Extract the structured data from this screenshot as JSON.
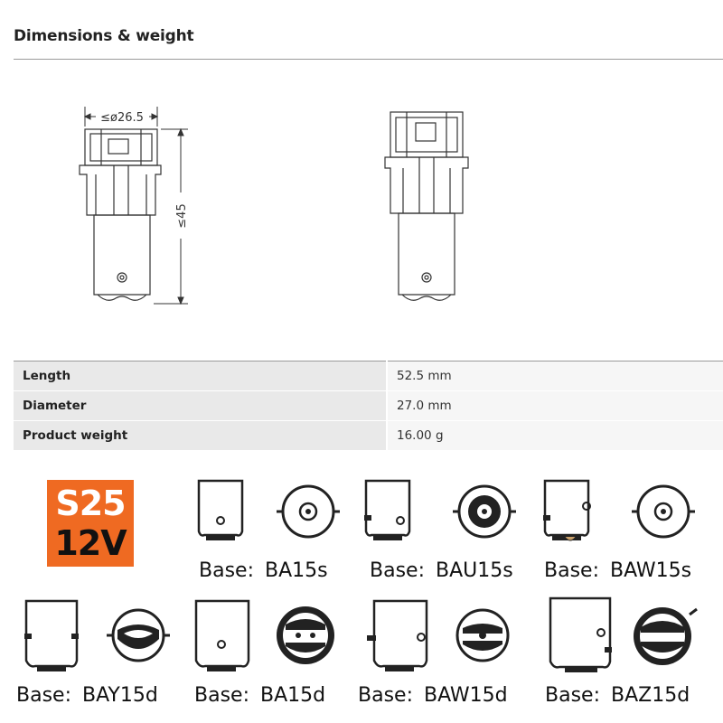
{
  "section_title": "Dimensions & weight",
  "drawing": {
    "diameter_label": "≤ø26.5",
    "height_label": "≤45"
  },
  "specs": [
    {
      "label": "Length",
      "value": "52.5 mm"
    },
    {
      "label": "Diameter",
      "value": "27.0 mm"
    },
    {
      "label": "Product weight",
      "value": "16.00 g"
    }
  ],
  "badge": {
    "code": "S25",
    "voltage": "12V",
    "color": "#ef6a22"
  },
  "base_prefix": "Base:",
  "bases": [
    {
      "name": "BA15s",
      "icon": "ba15s-base-icon"
    },
    {
      "name": "BAU15s",
      "icon": "bau15s-base-icon"
    },
    {
      "name": "BAW15s",
      "icon": "baw15s-base-icon"
    },
    {
      "name": "BAY15d",
      "icon": "bay15d-base-icon"
    },
    {
      "name": "BA15d",
      "icon": "ba15d-base-icon"
    },
    {
      "name": "BAW15d",
      "icon": "baw15d-base-icon"
    },
    {
      "name": "BAZ15d",
      "icon": "baz15d-base-icon"
    }
  ]
}
